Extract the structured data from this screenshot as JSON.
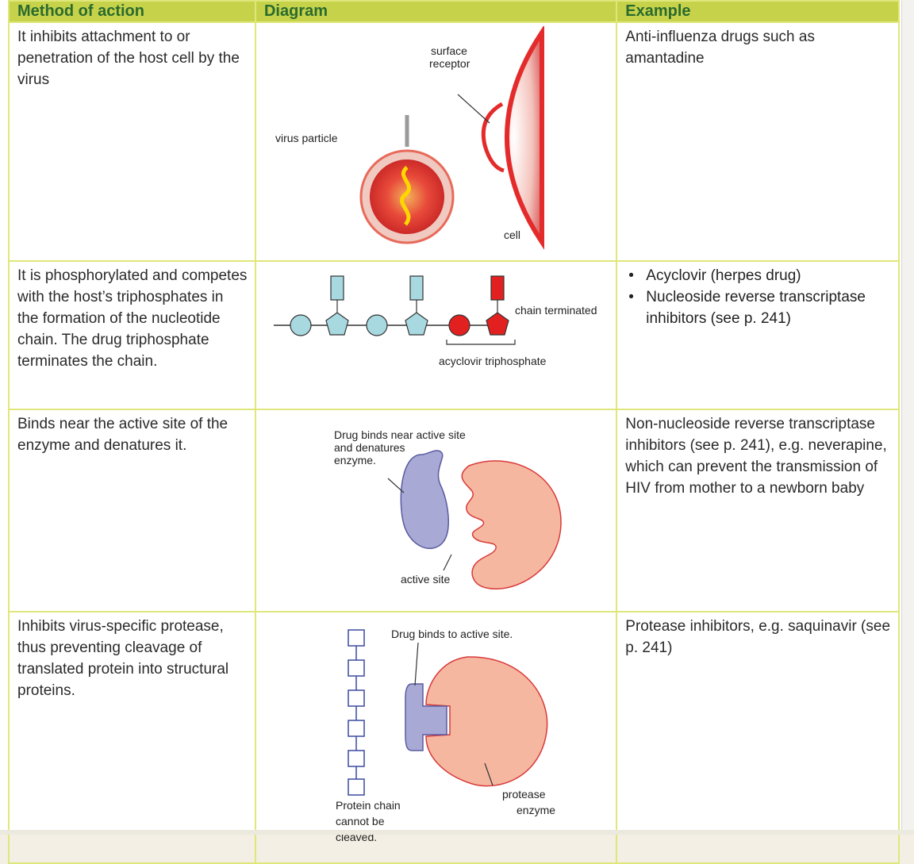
{
  "headers": {
    "method": "Method of action",
    "diagram": "Diagram",
    "example": "Example"
  },
  "rows": [
    {
      "method": "It inhibits attachment to or penetration of the host cell by the virus",
      "example": "Anti-influenza drugs such as amantadine",
      "labels": {
        "surface_receptor_1": "surface",
        "surface_receptor_2": "receptor",
        "virus_particle": "virus particle",
        "cell": "cell"
      }
    },
    {
      "method": "It is phosphorylated and competes with the host’s triphosphates in the formation of the nucleotide chain. The drug triphosphate terminates the chain.",
      "example_items": [
        "Acyclovir (herpes drug)",
        "Nucleoside reverse transcriptase inhibitors (see p. 241)"
      ],
      "labels": {
        "chain_terminated": "chain terminated",
        "acyclovir": "acyclovir triphosphate"
      }
    },
    {
      "method": "Binds near the active site of the enzyme and denatures it.",
      "example": "Non-nucleoside reverse transcriptase inhibitors (see p. 241), e.g. neverapine, which can prevent the transmission of HIV from mother to a newborn baby",
      "labels": {
        "drug_binds_1": "Drug binds near active site",
        "drug_binds_2": "and denatures",
        "drug_binds_3": "enzyme.",
        "active_site": "active site"
      }
    },
    {
      "method": "Inhibits virus-specific protease, thus preventing cleavage of translated protein into structural proteins.",
      "example": "Protease inhibitors, e.g. saquinavir (see p. 241)",
      "labels": {
        "drug_binds_active": "Drug binds to active site.",
        "protein_chain_1": "Protein chain",
        "protein_chain_2": "cannot be",
        "protein_chain_3": "cleaved.",
        "protease_1": "protease",
        "protease_2": "enzyme"
      }
    }
  ],
  "colors": {
    "header_bg": "#c7d24b",
    "header_text": "#2a6b2e",
    "border": "#dfe77a",
    "virus_red": "#e53030",
    "nucleotide_blue": "#a8d8e0",
    "drug_purple": "#a9a9d6",
    "enzyme_salmon": "#f6b7a0"
  }
}
